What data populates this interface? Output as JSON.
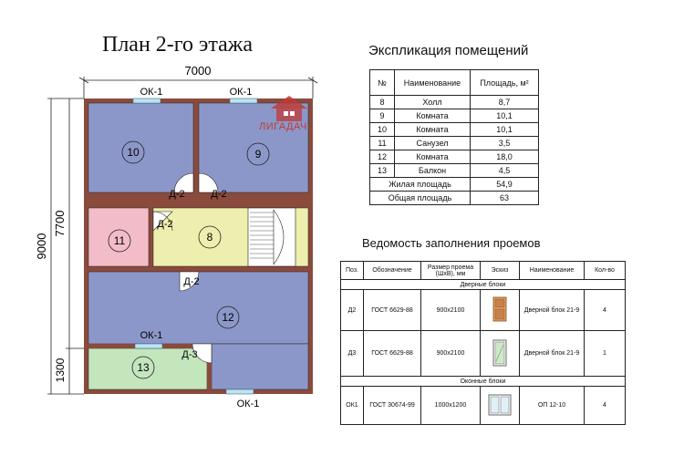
{
  "plan": {
    "title": "План 2-го этажа",
    "dimensions": {
      "top": "7000",
      "left_outer": "9000",
      "left_inner": "7700",
      "left_bottom": "1300"
    },
    "rooms": [
      "10",
      "9",
      "11",
      "8",
      "12",
      "13"
    ],
    "door_labels": [
      "Д-2",
      "Д-2",
      "Д-2",
      "Д-2",
      "Д-3"
    ],
    "window_labels": [
      "ОК-1",
      "ОК-1",
      "ОК-1",
      "ОК-1"
    ],
    "colors": {
      "wall": "#8a4a3c",
      "living": "#8c97c9",
      "hall": "#eeeeae",
      "bath": "#f2bcc8",
      "balcony": "#c3e6bd",
      "window": "#bfe3f2"
    }
  },
  "logo": {
    "text": "ЛИГАДАЧ",
    "color": "#c03a35"
  },
  "explication": {
    "title": "Экспликация помещений",
    "headers": [
      "№",
      "Наименование",
      "Площадь, м²"
    ],
    "rows": [
      [
        "8",
        "Холл",
        "8,7"
      ],
      [
        "9",
        "Комната",
        "10,1"
      ],
      [
        "10",
        "Комната",
        "10,1"
      ],
      [
        "11",
        "Санузел",
        "3,5"
      ],
      [
        "12",
        "Комната",
        "18,0"
      ],
      [
        "13",
        "Балкон",
        "4,5"
      ]
    ],
    "totals": [
      [
        "Жилая площадь",
        "54,9"
      ],
      [
        "Общая площадь",
        "63"
      ]
    ]
  },
  "openings": {
    "title": "Ведомость заполнения проемов",
    "headers": [
      "Поз.",
      "Обозначение",
      "Размер проема (ШхВ), мм",
      "Эскиз",
      "Наименование",
      "Кол-во"
    ],
    "section_doors": "Дверные блоки",
    "section_windows": "Оконные блоки",
    "doors": [
      [
        "Д2",
        "ГОСТ 6629-88",
        "900x2100",
        "Дверной блок 21-9",
        "4"
      ],
      [
        "Д3",
        "ГОСТ 6629-88",
        "900x2100",
        "Дверной блок 21-9",
        "1"
      ]
    ],
    "windows": [
      [
        "ОК1",
        "ГОСТ 30674-99",
        "1000x1200",
        "ОП 12-10",
        "4"
      ]
    ]
  }
}
